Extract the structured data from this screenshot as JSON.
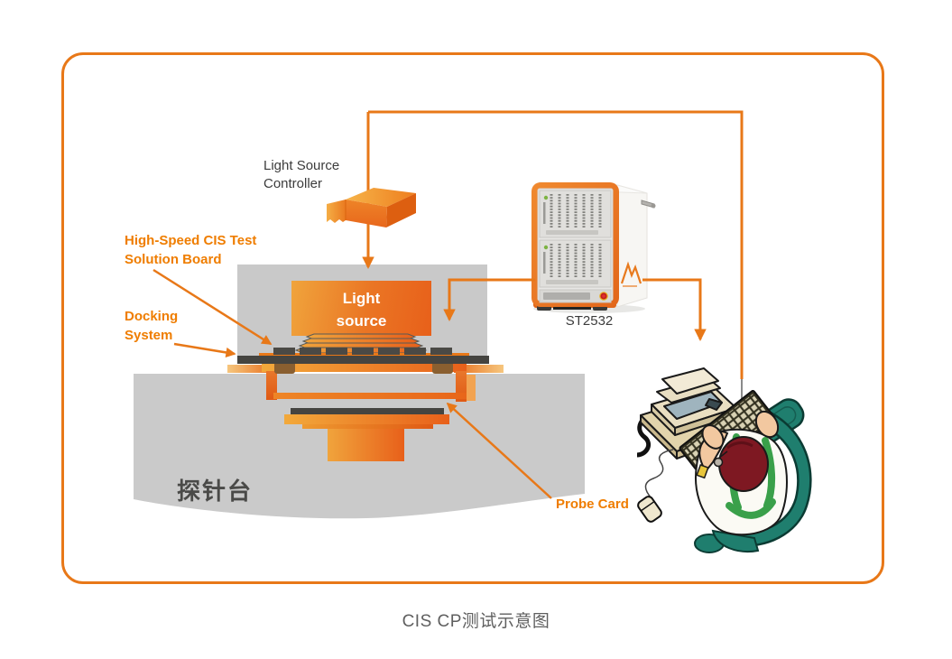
{
  "caption": "CIS CP测试示意图",
  "colors": {
    "accent": "#E87818",
    "label_orange": "#EF7D00",
    "gray_block": "#C9C9C9",
    "dark_bar": "#454440",
    "text_dark": "#3C3C3C",
    "caption_color": "#5F5F5F"
  },
  "labels": {
    "light_source_controller_line1": "Light Source",
    "light_source_controller_line2": "Controller",
    "board_line1": "High-Speed CIS Test",
    "board_line2": "Solution Board",
    "docking_line1": "Docking",
    "docking_line2": "System",
    "light_source_line1": "Light",
    "light_source_line2": "source",
    "tester_model": "ST2532",
    "prober_station": "探针台",
    "probe_card": "Probe Card"
  },
  "illustrations": {
    "controller": "light-source-controller-3d-box",
    "tester": "st2532-tester-cabinet",
    "operator": "operator-at-computer-workstation",
    "prober": "probe-station-cross-section"
  }
}
